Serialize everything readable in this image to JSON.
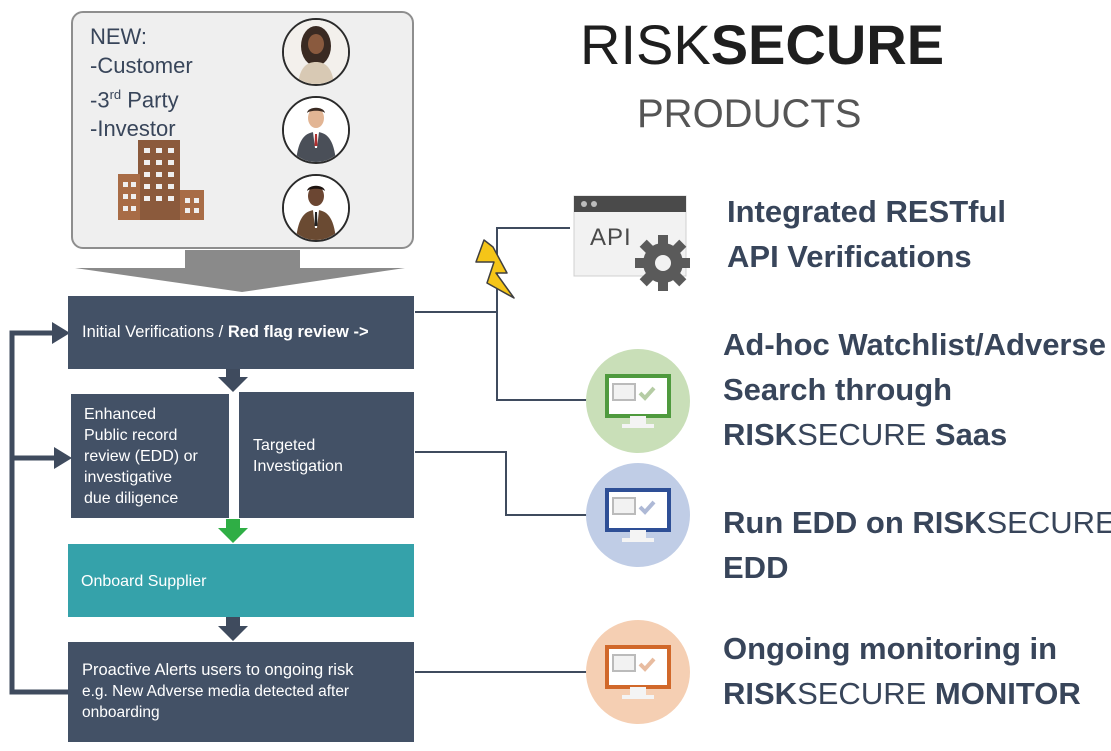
{
  "brand": {
    "name_light": "RISK",
    "name_bold": "SECURE",
    "subtitle": "PRODUCTS"
  },
  "intake": {
    "lines": [
      "NEW:",
      "-Customer",
      "-3",
      "rd",
      " Party",
      "-Investor"
    ],
    "icons": [
      "building-icon",
      "female-person-icon",
      "businessman-icon",
      "businessman-dark-icon"
    ]
  },
  "flow": {
    "initial": {
      "text": "Initial Verifications / ",
      "bold": "Red flag review ->"
    },
    "edd": {
      "lines": [
        "Enhanced",
        "Public record",
        "review (EDD) or",
        "investigative",
        "due diligence"
      ]
    },
    "targeted": {
      "lines": [
        "Targeted",
        "Investigation"
      ]
    },
    "onboard": {
      "text": "Onboard Supplier"
    },
    "proactive": {
      "lines": [
        "Proactive Alerts users to ongoing risk",
        "e.g. New Adverse media detected after",
        "onboarding"
      ]
    }
  },
  "products": {
    "api": {
      "icon_label": "API",
      "lines": [
        "Integrated RESTful",
        "API Verifications"
      ]
    },
    "adhoc": {
      "line1": "Ad-hoc Watchlist/Adverse",
      "line2": "Search through",
      "line3_bold": "RISK",
      "line3_light": "SECURE",
      "line3_tail": " Saas"
    },
    "edd": {
      "line1_a": "Run EDD on ",
      "line1_b": "RISK",
      "line1_c": "SECURE",
      "line2": "EDD"
    },
    "monitor": {
      "line1": "Ongoing monitoring in",
      "line2_a": "RISK",
      "line2_b": "SECURE",
      "line2_c": " MONITOR"
    }
  },
  "colors": {
    "box_dark": "#435166",
    "box_teal": "#35a2aa",
    "arrow_dark": "#3f4b5e",
    "arrow_green": "#2fae45",
    "circle_green": "#c9dfb8",
    "circle_blue": "#c0cde6",
    "circle_orange": "#f5cfb3",
    "lightning": "#f5c518"
  }
}
